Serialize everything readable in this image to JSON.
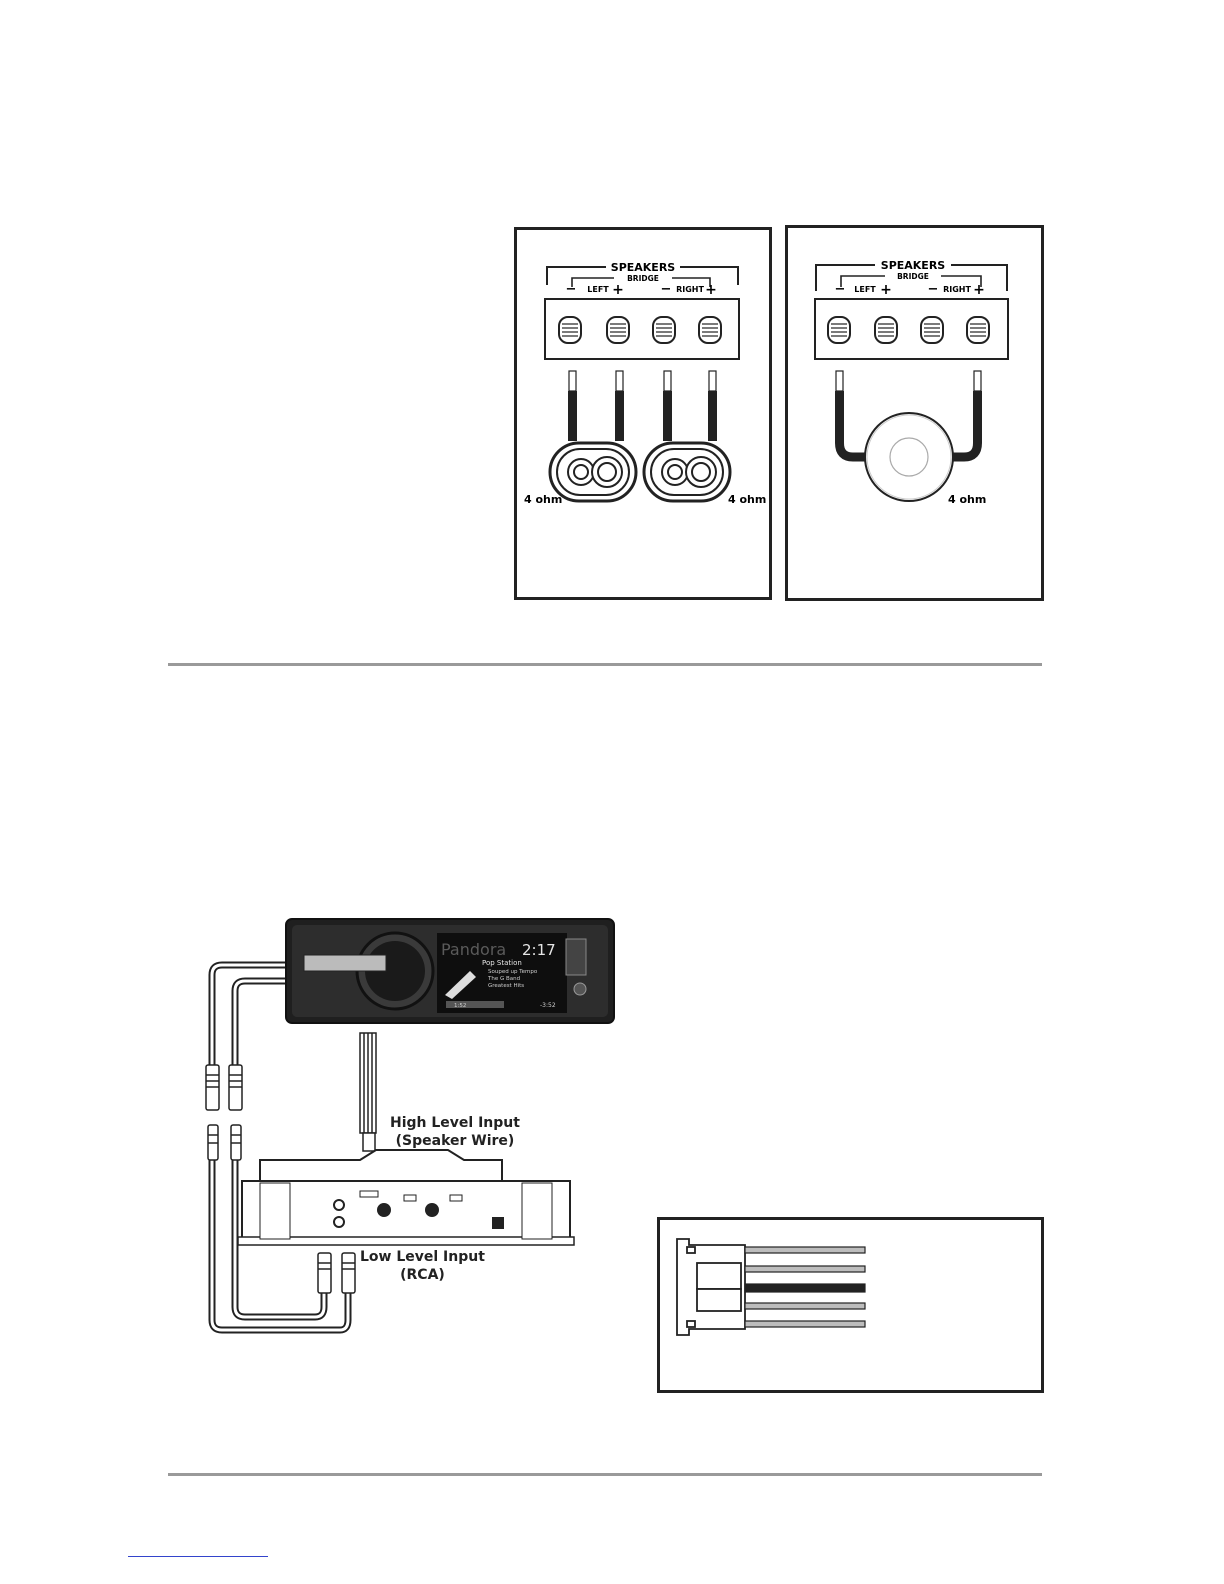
{
  "stereo_diagram": {
    "header": "SPEAKERS",
    "subheader": "BRIDGE",
    "left": "LEFT",
    "right": "RIGHT",
    "minus": "−",
    "plus": "+",
    "impedance_left": "4 ohm",
    "impedance_right": "4 ohm"
  },
  "bridge_diagram": {
    "header": "SPEAKERS",
    "subheader": "BRIDGE",
    "left": "LEFT",
    "right": "RIGHT",
    "minus": "−",
    "plus": "+",
    "impedance": "4 ohm"
  },
  "wiring_diagram": {
    "high_level_line1": "High Level Input",
    "high_level_line2": "(Speaker Wire)",
    "low_level_line1": "Low Level Input",
    "low_level_line2": "(RCA)",
    "stereo_display": {
      "source": "Pandora",
      "clock": "2:17",
      "station": "Pop Station",
      "line1": "Souped up Tempo",
      "line2": "The G Band",
      "line3": "Greatest Hits",
      "elapsed": "1:52",
      "remaining": "-3:52"
    }
  }
}
